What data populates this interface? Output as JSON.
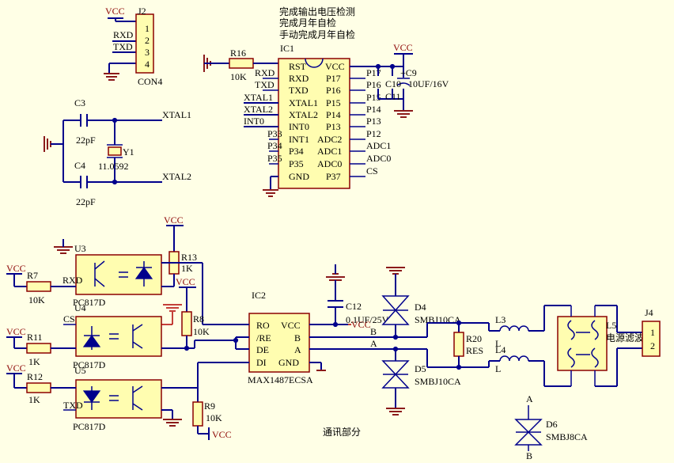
{
  "notes": [
    "完成输出电压检测",
    "完成月年自检",
    "手动完成月年自检"
  ],
  "section_label": "通讯部分",
  "j2": {
    "ref": "J2",
    "name": "CON4",
    "pins": [
      "1",
      "2",
      "3",
      "4"
    ],
    "nets": [
      "RXD",
      "TXD"
    ],
    "power": "VCC"
  },
  "ic1": {
    "ref": "IC1",
    "left_pins": [
      "RST",
      "RXD",
      "TXD",
      "XTAL1",
      "XTAL2",
      "INT0",
      "INT1",
      "P34",
      "P35",
      "GND"
    ],
    "right_pins": [
      "VCC",
      "P17",
      "P16",
      "P15",
      "P14",
      "P13",
      "ADC2",
      "ADC1",
      "ADC0",
      "P37"
    ],
    "left_nets": [
      "RXD",
      "TXD",
      "XTAL1",
      "XTAL2",
      "INT0",
      "P33",
      "P34",
      "P35"
    ],
    "right_nets": [
      "P17",
      "P16",
      "P15",
      "P14",
      "P13",
      "P12",
      "ADC1",
      "ADC0",
      "CS"
    ]
  },
  "r16": {
    "ref": "R16",
    "value": "10K"
  },
  "c9": {
    "ref": "+C9",
    "value": "10UF/16V",
    "power": "VCC"
  },
  "c10": {
    "ref": "C10"
  },
  "c11": {
    "ref": "C11"
  },
  "c3": {
    "ref": "C3",
    "value": "22pF"
  },
  "c4": {
    "ref": "C4",
    "value": "22pF"
  },
  "y1": {
    "ref": "Y1",
    "value": "11.0592"
  },
  "xtal_nets": [
    "XTAL1",
    "XTAL2"
  ],
  "u3": {
    "ref": "U3",
    "part": "PC817D"
  },
  "u4": {
    "ref": "U4",
    "part": "PC817D"
  },
  "u5": {
    "ref": "U5",
    "part": "PC817D"
  },
  "r7": {
    "ref": "R7",
    "value": "10K"
  },
  "r11": {
    "ref": "R11",
    "value": "1K"
  },
  "r12": {
    "ref": "R12",
    "value": "1K"
  },
  "r13": {
    "ref": "R13",
    "value": "1K"
  },
  "r8": {
    "ref": "R8",
    "value": "10K"
  },
  "r9": {
    "ref": "R9",
    "value": "10K"
  },
  "opto_nets": [
    "RXD",
    "CS",
    "TXD"
  ],
  "ic2": {
    "ref": "IC2",
    "part": "MAX1487ECSA",
    "left_pins": [
      "RO",
      "/RE",
      "DE",
      "DI"
    ],
    "right_pins": [
      "VCC",
      "B",
      "A",
      "GND"
    ]
  },
  "c12": {
    "ref": "C12",
    "value": "0.1UF/25V"
  },
  "d4": {
    "ref": "D4",
    "part": "SMBJ10CA"
  },
  "d5": {
    "ref": "D5",
    "part": "SMBJ10CA"
  },
  "d6": {
    "ref": "D6",
    "part": "SMBJ8CA"
  },
  "r20": {
    "ref": "R20",
    "value": "RES"
  },
  "l3": {
    "ref": "L3",
    "value": "L"
  },
  "l4": {
    "ref": "L4",
    "value": "L"
  },
  "l5": {
    "ref": "L5",
    "name": "电源滤波器"
  },
  "j4": {
    "ref": "J4",
    "pins": [
      "1",
      "2"
    ]
  },
  "bus_nets": [
    "A",
    "B"
  ],
  "vcc": "VCC"
}
